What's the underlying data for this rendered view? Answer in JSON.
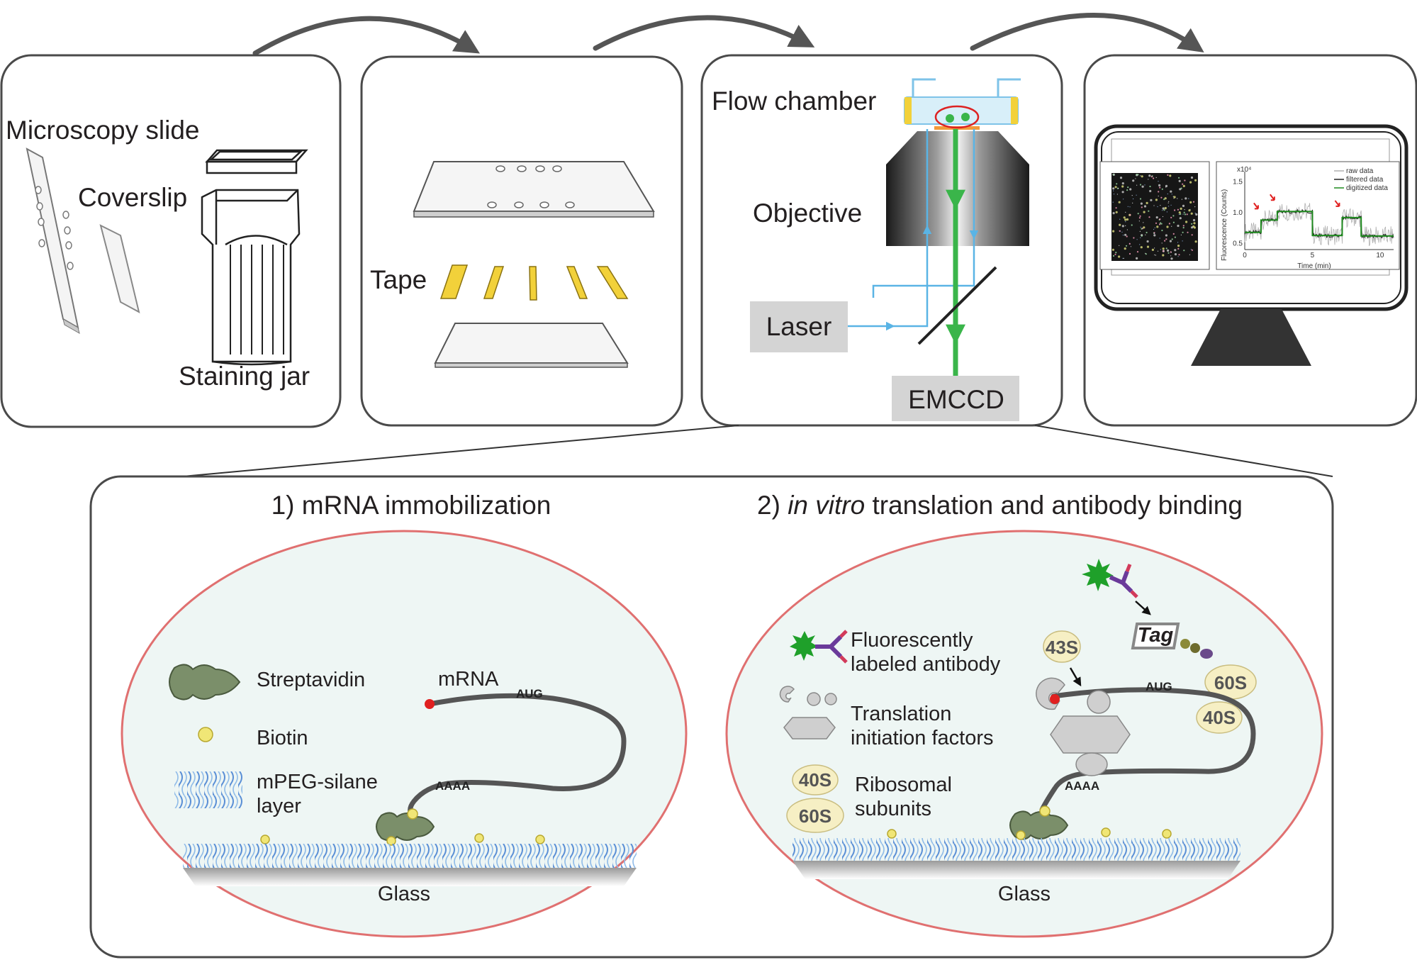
{
  "panels": {
    "slide_prep": {
      "microscopy_slide": "Microscopy slide",
      "coverslip": "Coverslip",
      "staining_jar": "Staining jar"
    },
    "assembly": {
      "tape": "Tape"
    },
    "microscope": {
      "flow_chamber": "Flow chamber",
      "objective": "Objective",
      "laser": "Laser",
      "emccd": "EMCCD"
    },
    "analysis": {
      "chart_data": {
        "type": "line",
        "ylabel": "Fluorescence (Counts)",
        "xlabel": "Time (min)",
        "y_multiplier": "x10⁴",
        "xticks": [
          "0",
          "5",
          "10"
        ],
        "yticks": [
          "0.5",
          "1.0",
          "1.5"
        ],
        "legend": [
          "raw data",
          "filtered data",
          "digitized data"
        ],
        "series_colors": {
          "raw data": "#b0b0b0",
          "filtered data": "#222222",
          "digitized data": "#1e8a1e"
        },
        "digitized_levels": [
          {
            "x": [
              0.0,
              1.2
            ],
            "y": 0.68
          },
          {
            "x": [
              1.2,
              2.4
            ],
            "y": 0.88
          },
          {
            "x": [
              2.4,
              5.0
            ],
            "y": 1.02
          },
          {
            "x": [
              5.0,
              7.2
            ],
            "y": 0.63
          },
          {
            "x": [
              7.2,
              8.6
            ],
            "y": 0.92
          },
          {
            "x": [
              8.6,
              11.0
            ],
            "y": 0.62
          }
        ],
        "xlim": [
          0,
          11
        ],
        "ylim": [
          0.4,
          1.6
        ]
      }
    }
  },
  "detail": {
    "step1_title": "1) mRNA immobilization",
    "step2_title_italic": "in vitro",
    "step2_title_prefix": "2) ",
    "step2_title_suffix": " translation and antibody binding",
    "legend1": {
      "streptavidin": "Streptavidin",
      "biotin": "Biotin",
      "mpeg_line1": "mPEG-silane",
      "mpeg_line2": "layer"
    },
    "legend2": {
      "antibody_line1": "Fluorescently",
      "antibody_line2": "labeled antibody",
      "factors_line1": "Translation",
      "factors_line2": "initiation factors",
      "ribo_line1": "Ribosomal",
      "ribo_line2": "subunits",
      "sub_40s": "40S",
      "sub_60s": "60S"
    },
    "scene1": {
      "mrna": "mRNA",
      "aug": "AUG",
      "polya": "AAAA",
      "glass": "Glass"
    },
    "scene2": {
      "tag": "Tag",
      "s43": "43S",
      "s60": "60S",
      "s40": "40S",
      "aug": "AUG",
      "polya": "AAAA",
      "glass": "Glass"
    }
  },
  "colors": {
    "panel_border": "#4a4a4a",
    "ellipse_stroke": "#e07070",
    "ellipse_fill": "#eef6f4",
    "laser_blue": "#5ab4e5",
    "emission_green": "#3ab54a",
    "tape_yellow": "#f2d13a",
    "streptavidin": "#7b8f6a",
    "biotin": "#f0e676",
    "ribosome_fill": "#f6efc4",
    "grey_box": "#d4d4d4"
  }
}
